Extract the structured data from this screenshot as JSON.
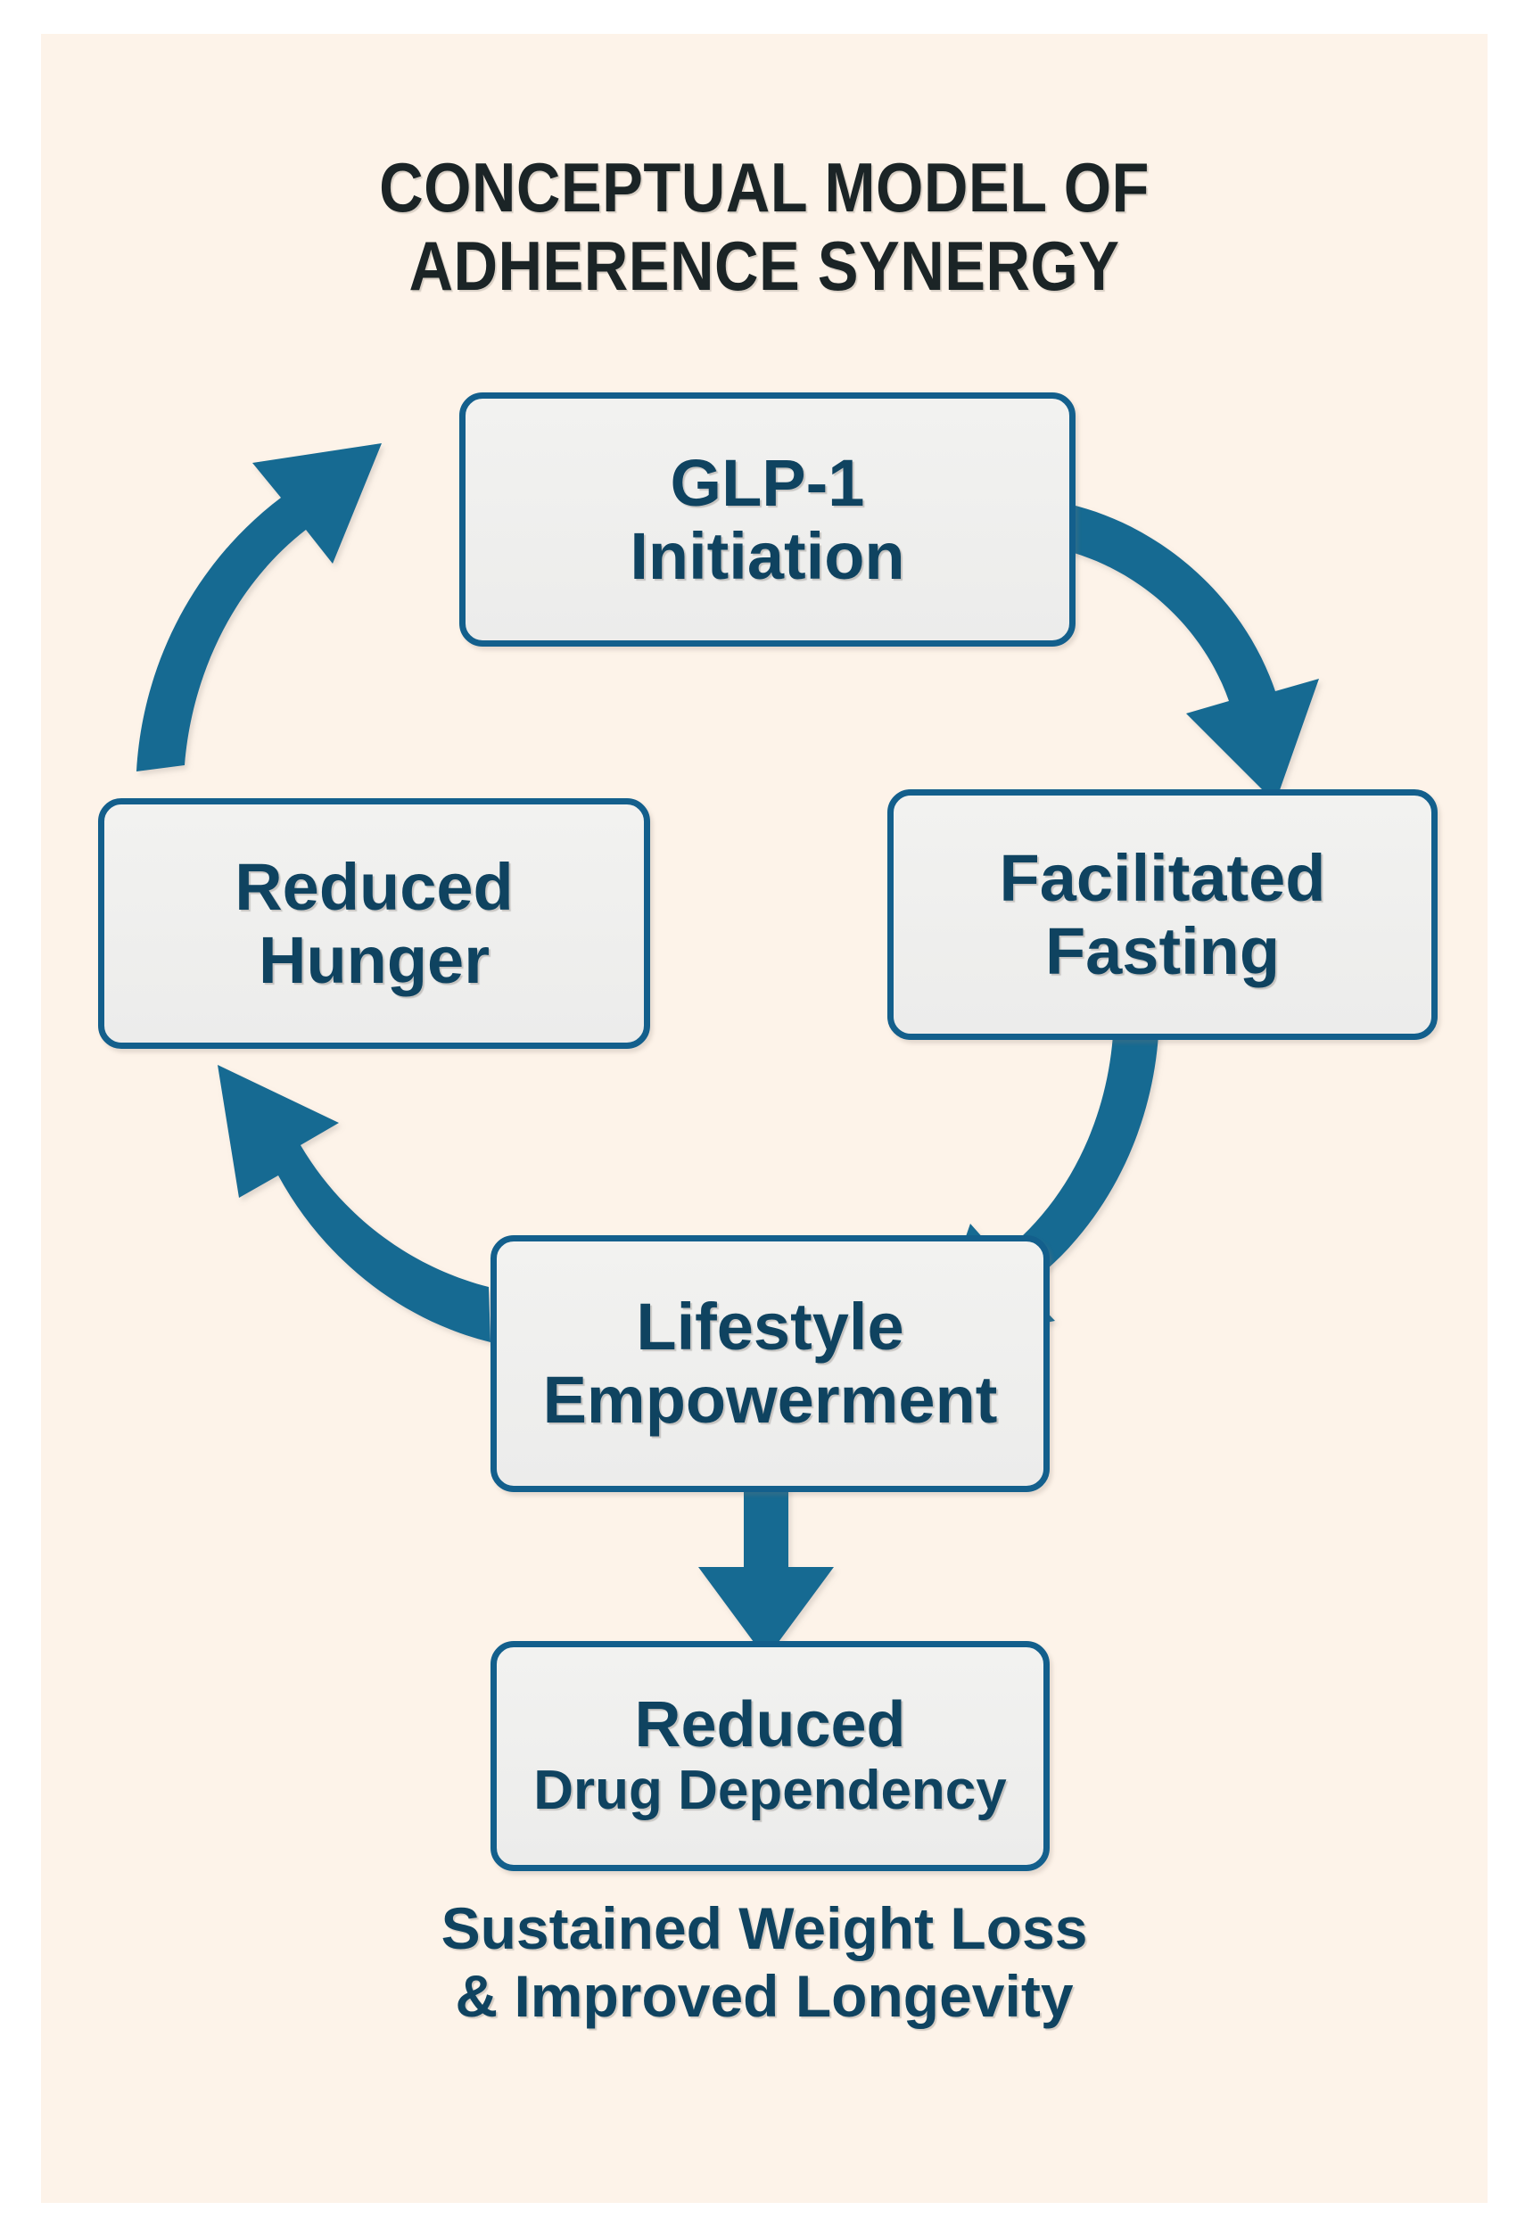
{
  "canvas": {
    "background": "#fdf3e9",
    "page_background": "#ffffff"
  },
  "title": {
    "text": "CONCEPTUAL MODEL OF\nADHERENCE SYNERGY",
    "line_1": "CONCEPTUAL MODEL OF",
    "line_2": "ADHERENCE SYNERGY",
    "color": "#1b2426"
  },
  "colors": {
    "box_border": "#135f8c",
    "box_fill": "#efefed",
    "box_text": "#0f4360",
    "arrow": "#136a92",
    "title_text": "#1b2426",
    "footer_text": "#0f4360"
  },
  "nodes": [
    {
      "id": "glp1",
      "name": "GLP-1 Initiation",
      "line_1": "GLP-1",
      "line_2": "Initiation"
    },
    {
      "id": "fasting",
      "name": "Facilitated Fasting",
      "line_1": "Facilitated",
      "line_2": "Fasting"
    },
    {
      "id": "lifestyle",
      "name": "Lifestyle Empowerment",
      "line_1": "Lifestyle",
      "line_2": "Empowerment"
    },
    {
      "id": "hunger",
      "name": "Reduced Hunger",
      "line_1": "Reduced",
      "line_2": "Hunger"
    },
    {
      "id": "drug",
      "name": "Reduced Drug Dependency",
      "line_1": "Reduced",
      "line_2": "Drug Dependency"
    }
  ],
  "arrows": [
    {
      "id": "glp1-to-fasting",
      "from": "GLP-1 Initiation",
      "to": "Facilitated Fasting",
      "style": "curved"
    },
    {
      "id": "fasting-to-lifestyle",
      "from": "Facilitated Fasting",
      "to": "Lifestyle Empowerment",
      "style": "curved"
    },
    {
      "id": "lifestyle-to-hunger",
      "from": "Lifestyle Empowerment",
      "to": "Reduced Hunger",
      "style": "curved"
    },
    {
      "id": "hunger-to-glp1",
      "from": "Reduced Hunger",
      "to": "GLP-1 Initiation",
      "style": "curved"
    },
    {
      "id": "lifestyle-to-drug",
      "from": "Lifestyle Empowerment",
      "to": "Reduced Drug Dependency",
      "style": "straight-down"
    }
  ],
  "footer": {
    "text": "Sustained Weight Loss\n& Improved Longevity",
    "line_1": "Sustained Weight Loss",
    "line_2": "& Improved Longevity"
  }
}
